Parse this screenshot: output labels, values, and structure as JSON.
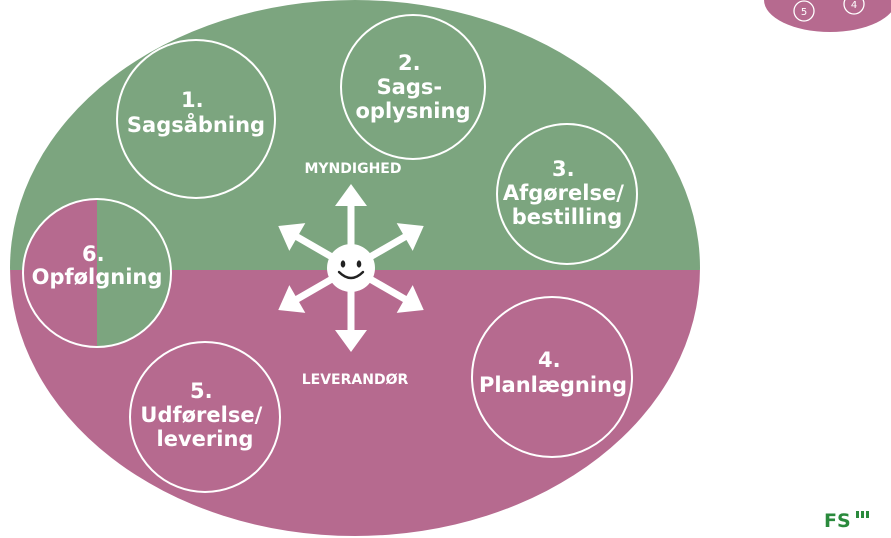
{
  "colors": {
    "authority": "#7ca57f",
    "supplier": "#b66a8f",
    "white": "#ffffff",
    "logo": "#2a8a3c"
  },
  "zones": {
    "top": "MYNDIGHED",
    "bottom": "LEVERANDØR"
  },
  "steps": [
    {
      "number": "1.",
      "lines": [
        "Sagsåbning"
      ]
    },
    {
      "number": "2.",
      "lines": [
        "Sags-",
        "oplysning"
      ]
    },
    {
      "number": "3.",
      "lines": [
        "Afgørelse/",
        "bestilling"
      ]
    },
    {
      "number": "4.",
      "lines": [
        "Planlægning"
      ]
    },
    {
      "number": "5.",
      "lines": [
        "Udførelse/",
        "levering"
      ]
    },
    {
      "number": "6.",
      "lines": [
        "Opfølgning"
      ]
    }
  ],
  "center_icon": "smiley-face-icon",
  "mini_diagram": {
    "labels": [
      "5",
      "4"
    ]
  },
  "logo": {
    "text": "FS",
    "icon": "logo-bars-icon"
  }
}
